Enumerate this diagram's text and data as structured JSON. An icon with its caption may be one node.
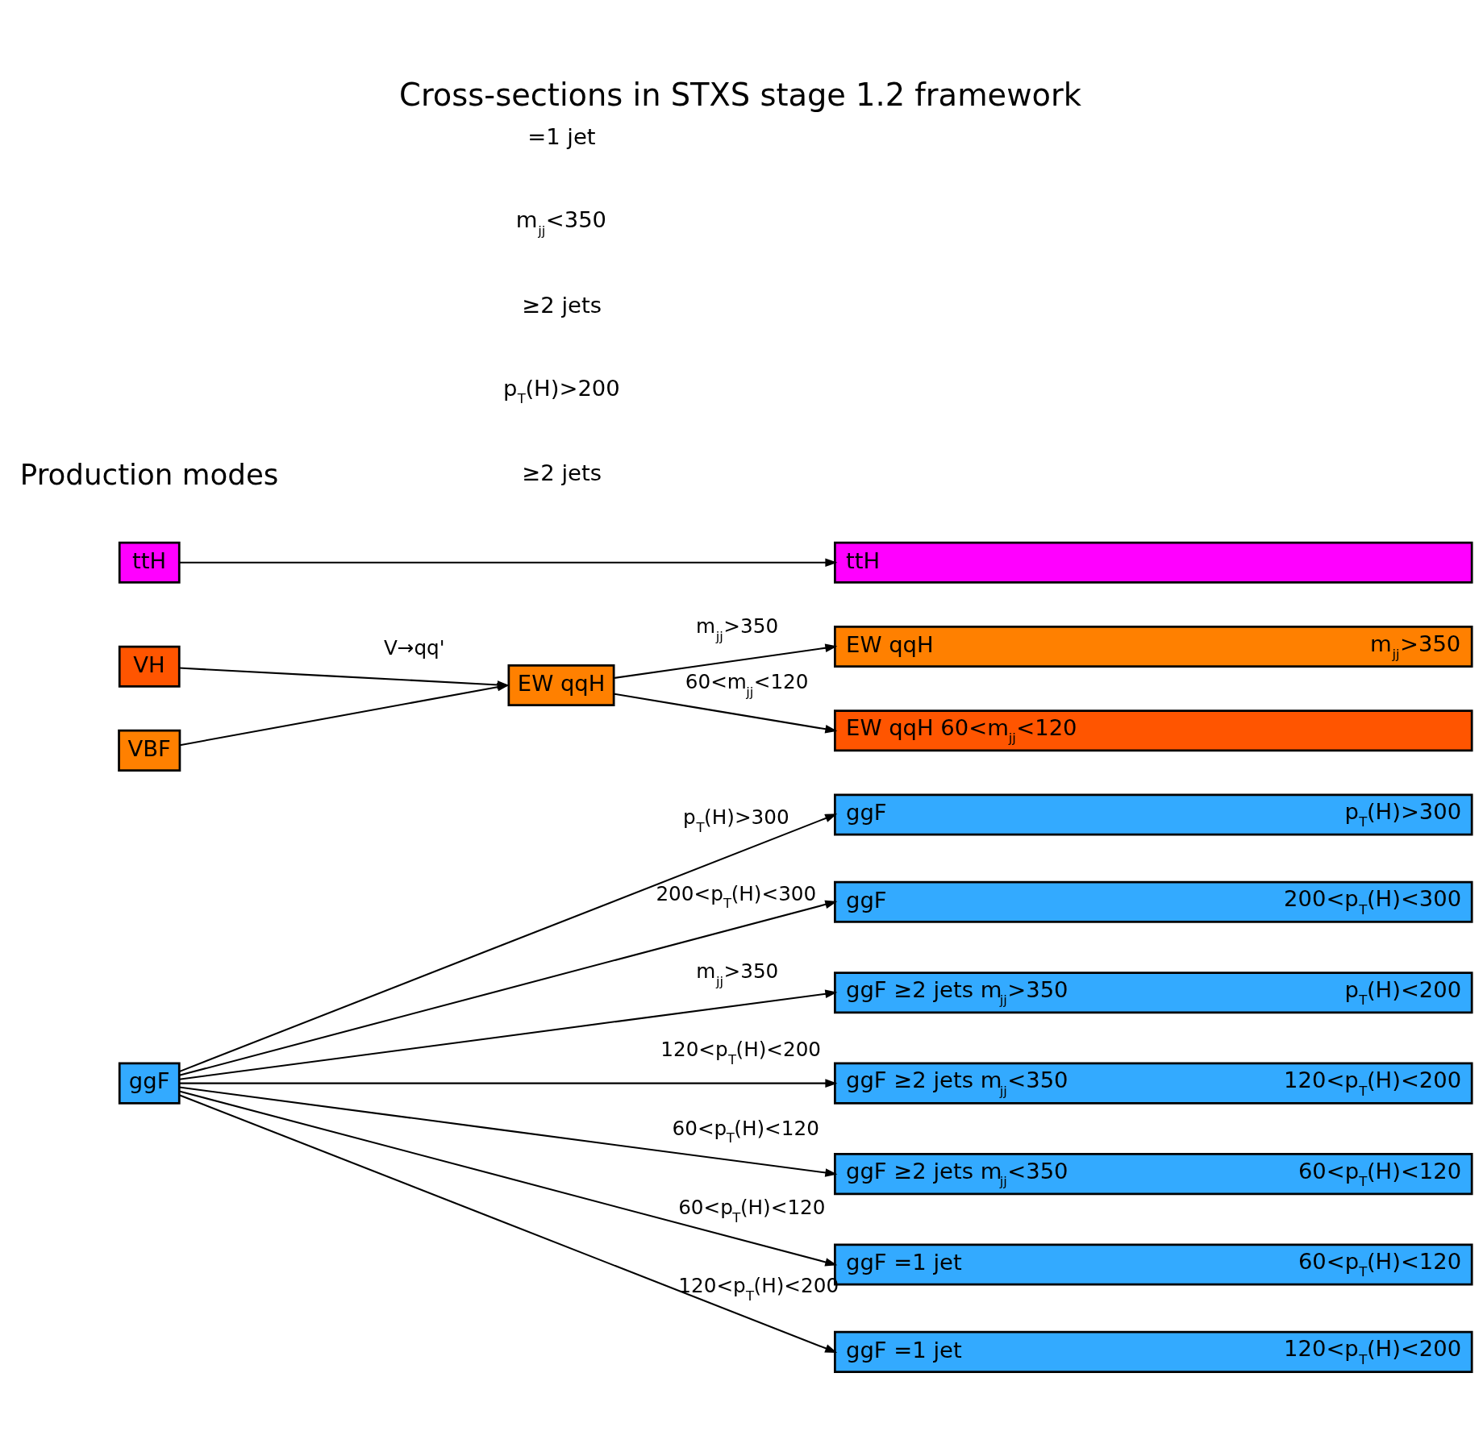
{
  "diagram": {
    "title": "Cross-sections in STXS stage 1.2 framework",
    "nodes": [
      {
        "text": [
          "ttH"
        ]
      },
      {
        "text": [
          "VBF"
        ]
      },
      {
        "text": [
          "VH"
        ]
      },
      {
        "text": [
          "ggF"
        ]
      },
      {
        "text": [
          "EW qqH"
        ]
      },
      {
        "text": [
          "ttH"
        ]
      },
      {
        "text": [
          "EW qqH",
          "m$_{jj}$>350"
        ]
      },
      {
        "text": [
          "EW qqH 60<m$_{jj}$<120"
        ]
      },
      {
        "text": [
          "ggF",
          "p$_{T}$(H)>300"
        ]
      },
      {
        "text": [
          "ggF",
          "200<p$_{T}$(H)<300"
        ]
      },
      {
        "text": [
          "ggF ≥2 jets m$_{jj}$>350",
          "p$_{T}$(H)<200"
        ]
      },
      {
        "text": [
          "ggF ≥2 jets m$_{jj}$<350",
          "120<p$_{T}$(H)<200"
        ]
      },
      {
        "text": [
          "ggF ≥2 jets m$_{jj}$<350",
          "60<p$_{T}$(H)<120"
        ]
      },
      {
        "text": [
          "ggF =1 jet",
          "60<p$_{T}$(H)<120"
        ]
      },
      {
        "text": [
          "ggF =1 jet",
          "120<p$_{T}$(H)<200"
        ]
      }
    ],
    "edges": [
      {
        "from": 0,
        "to": 5,
        "arrow": "to"
      },
      {
        "from": 1,
        "to": 4,
        "arrow": "to"
      },
      {
        "from": 2,
        "to": 4,
        "arrow": "to",
        "label": "V→qq'"
      },
      {
        "from": 4,
        "to": 6,
        "arrow": "to",
        "label": "m$_{jj}$>350"
      },
      {
        "from": 4,
        "to": 7,
        "arrow": "to",
        "label": "60<m$_{jj}$<120"
      },
      {
        "from": 3,
        "to": 8,
        "arrow": "to",
        "label": "p$_{T}$(H)>300"
      },
      {
        "from": 3,
        "to": 9,
        "arrow": "to",
        "label": "200<p$_{T}$(H)<300"
      },
      {
        "from": 3,
        "to": 10,
        "arrow": "to",
        "label": "m$_{jj}$>350"
      },
      {
        "from": 3,
        "to": 11,
        "arrow": "to",
        "label": "120<p$_{T}$(H)<200"
      },
      {
        "from": 3,
        "to": 12,
        "arrow": "to",
        "label": "60<p$_{T}$(H)<120"
      },
      {
        "from": 3,
        "to": 13,
        "arrow": "to",
        "label": "60<p$_{T}$(H)<120"
      },
      {
        "from": 3,
        "to": 14,
        "arrow": "to",
        "label": "120<p$_{T}$(H)<200"
      }
    ],
    "labels": [
      "Production modes",
      "≥2 jets",
      "p$_{T}$(H)>200",
      "≥2 jets",
      "m$_{jj}$<350",
      "=1 jet"
    ]
  }
}
